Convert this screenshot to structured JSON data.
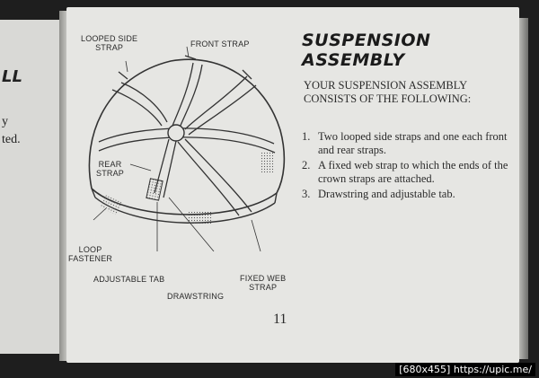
{
  "left_page": {
    "fragment_1": "LL",
    "fragment_2": "y",
    "fragment_3": "ted."
  },
  "section_title_line1": "SUSPENSION",
  "section_title_line2": "ASSEMBLY",
  "intro_text": "YOUR SUSPENSION ASSEMBLY CONSISTS OF THE FOLLOWING:",
  "items": [
    {
      "num": "1.",
      "text": "Two looped side straps and one each front and rear straps."
    },
    {
      "num": "2.",
      "text": "A fixed web strap to which the ends of the crown straps are attached."
    },
    {
      "num": "3.",
      "text": "Drawstring and adjustable tab."
    }
  ],
  "labels": {
    "looped_side_strap_1": "LOOPED SIDE",
    "looped_side_strap_2": "STRAP",
    "front_strap": "FRONT STRAP",
    "rear_strap_1": "REAR",
    "rear_strap_2": "STRAP",
    "loop_fastener_1": "LOOP",
    "loop_fastener_2": "FASTENER",
    "adjustable_tab": "ADJUSTABLE TAB",
    "drawstring": "DRAWSTRING",
    "fixed_web_strap_1": "FIXED WEB",
    "fixed_web_strap_2": "STRAP"
  },
  "page_number": "11",
  "watermark": "[680x455] https://upic.me/"
}
